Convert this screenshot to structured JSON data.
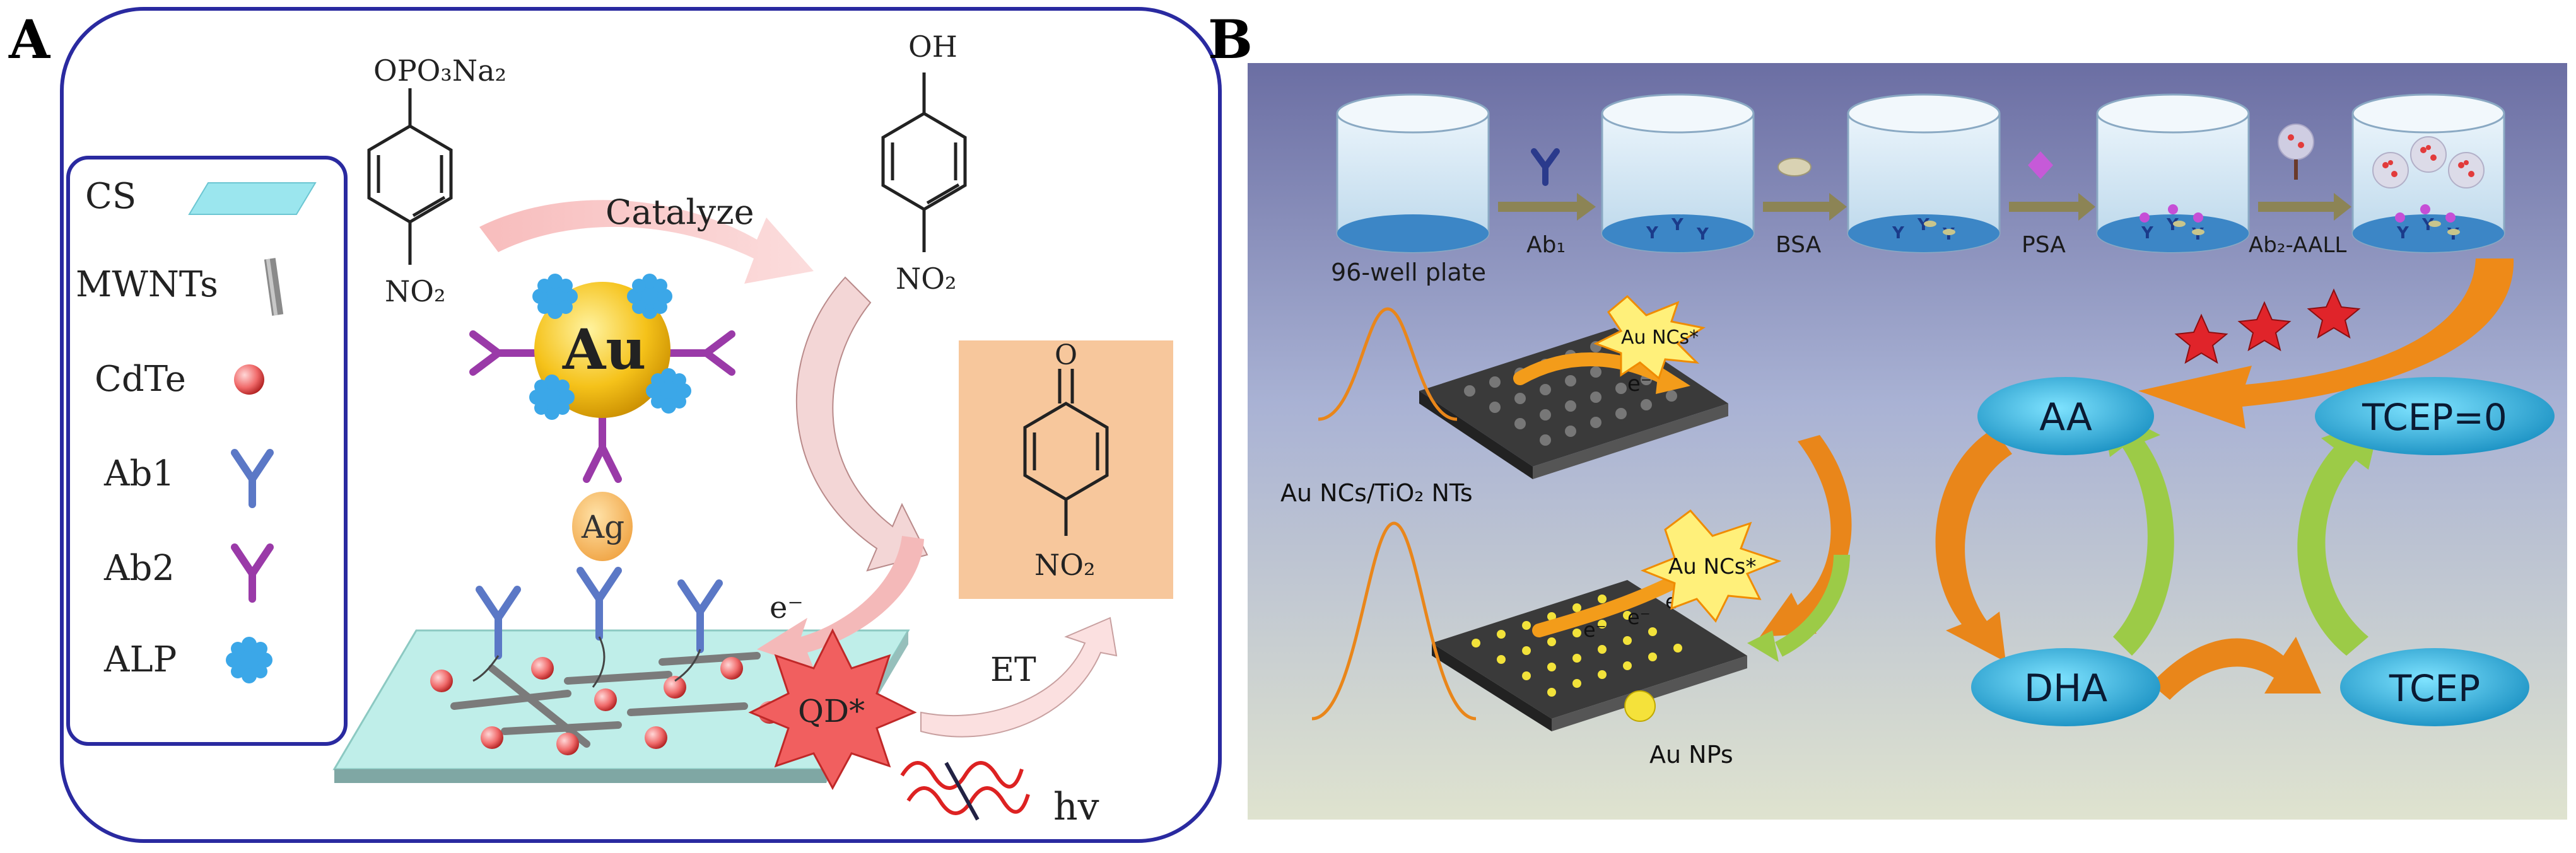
{
  "panel_a": {
    "label": "A",
    "legend": [
      {
        "text": "CS",
        "icon": "cs-slab-icon"
      },
      {
        "text": "MWNTs",
        "icon": "nanotube-icon"
      },
      {
        "text": "CdTe",
        "icon": "red-sphere-icon"
      },
      {
        "text": "Ab1",
        "icon": "antibody-blue-icon"
      },
      {
        "text": "Ab2",
        "icon": "antibody-purple-icon"
      },
      {
        "text": "ALP",
        "icon": "enzyme-icon"
      }
    ],
    "substrate_formula": "OPO₃Na₂",
    "substrate_nitro": "NO₂",
    "product_hydroxyl": "OH",
    "product_nitro": "NO₂",
    "quinone_nitro": "NO₂",
    "quinone_oxygen": "O",
    "catalyze": "Catalyze",
    "gold": "Au",
    "antigen": "Ag",
    "electron": "e⁻",
    "quantum_dot": "QD*",
    "energy_transfer": "ET",
    "photon": "hv"
  },
  "panel_b": {
    "label": "B",
    "steps": {
      "plate": "96-well plate",
      "ab1": "Ab₁",
      "bsa": "BSA",
      "psa": "PSA",
      "ab2": "Ab₂-AALL"
    },
    "nc_star_top": "Au NCs*",
    "nc_star_bottom": "Au NCs*",
    "top_array": "Au NCs/TiO₂ NTs",
    "bottom_array": "Au NPs",
    "electron": "e⁻",
    "aa": "AA",
    "dha": "DHA",
    "tcep_zero": "TCEP=0",
    "tcep": "TCEP",
    "colors": {
      "background_top": "#6b6ea3",
      "background_bottom": "#dfe3cf",
      "ellipse": "#1fa5d2",
      "orange_arrow": "#e58a1f",
      "green_arrow": "#9ccb47"
    }
  }
}
